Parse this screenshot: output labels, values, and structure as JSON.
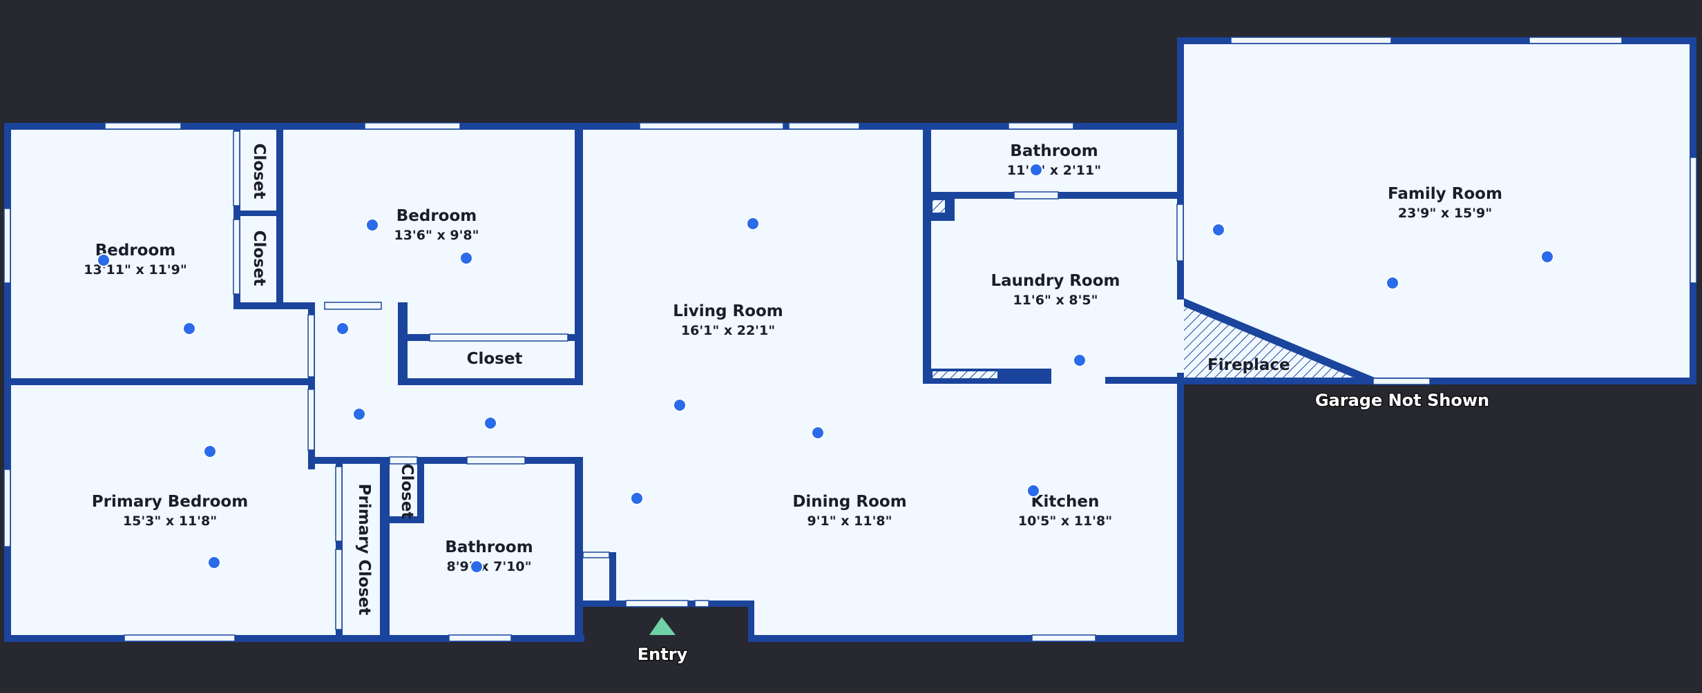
{
  "colors": {
    "background": "#272830",
    "floor": "#f1f8ff",
    "wall": "#1b449c",
    "marker": "#2a6be9",
    "entry_arrow": "#6fd1a8"
  },
  "rooms": {
    "bedroom_1": {
      "name": "Bedroom",
      "dims": "13'11\" x 11'9\""
    },
    "closet_1": {
      "name": "Closet"
    },
    "closet_2": {
      "name": "Closet"
    },
    "bedroom_2": {
      "name": "Bedroom",
      "dims": "13'6\" x 9'8\""
    },
    "closet_3": {
      "name": "Closet"
    },
    "living_room": {
      "name": "Living Room",
      "dims": "16'1\" x 22'1\""
    },
    "bathroom_1": {
      "name": "Bathroom",
      "dims": "11'6\" x 2'11\""
    },
    "laundry_room": {
      "name": "Laundry Room",
      "dims": "11'6\" x 8'5\""
    },
    "family_room": {
      "name": "Family Room",
      "dims": "23'9\" x 15'9\""
    },
    "fireplace": {
      "name": "Fireplace"
    },
    "primary_bedroom": {
      "name": "Primary Bedroom",
      "dims": "15'3\" x 11'8\""
    },
    "primary_closet": {
      "name": "Primary Closet"
    },
    "closet_4": {
      "name": "Closet"
    },
    "bathroom_2": {
      "name": "Bathroom",
      "dims": "8'9\" x 7'10\""
    },
    "dining_room": {
      "name": "Dining Room",
      "dims": "9'1\" x 11'8\""
    },
    "kitchen": {
      "name": "Kitchen",
      "dims": "10'5\" x 11'8\""
    }
  },
  "labels": {
    "garage_note": "Garage Not Shown",
    "entry": "Entry"
  },
  "icons": {
    "entry_marker": "triangle-up-icon",
    "photo_marker": "circle-dot-icon"
  }
}
